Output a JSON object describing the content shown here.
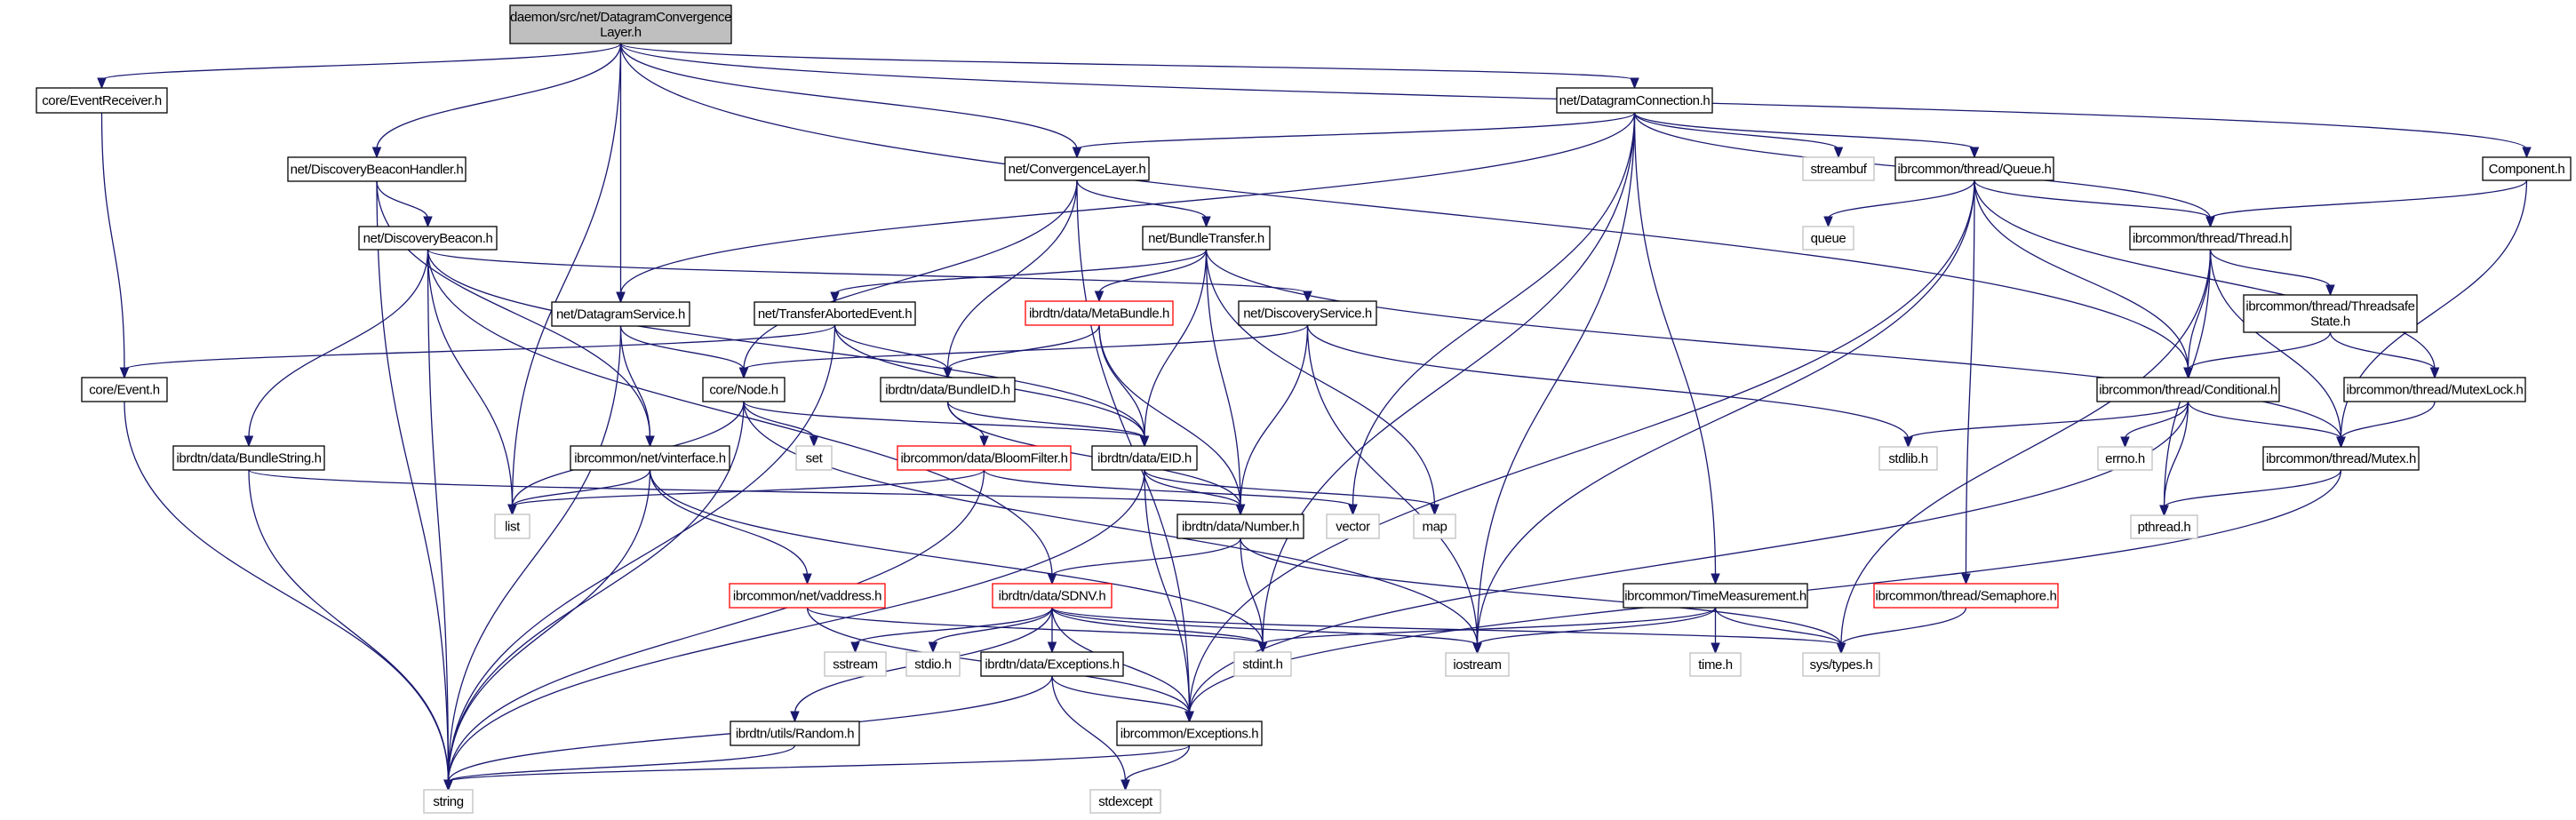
{
  "diagram": {
    "type": "include-dependency-graph",
    "root": "daemon/src/net/DatagramConvergenceLayer.h",
    "colors": {
      "edge": "#191970",
      "root_fill": "#bfbfbf",
      "documented_border": "#000000",
      "undocumented_border": "#ff0000",
      "system_border": "#bfbfbf"
    },
    "nodes": [
      {
        "id": "root",
        "label": [
          "daemon/src/net/DatagramConvergence",
          "Layer.h"
        ],
        "kind": "root"
      },
      {
        "id": "eventreceiver",
        "label": [
          "core/EventReceiver.h"
        ],
        "kind": "doc"
      },
      {
        "id": "dbhandler",
        "label": [
          "net/DiscoveryBeaconHandler.h"
        ],
        "kind": "doc"
      },
      {
        "id": "dbeacon",
        "label": [
          "net/DiscoveryBeacon.h"
        ],
        "kind": "doc"
      },
      {
        "id": "dgservice",
        "label": [
          "net/DatagramService.h"
        ],
        "kind": "doc"
      },
      {
        "id": "event",
        "label": [
          "core/Event.h"
        ],
        "kind": "doc"
      },
      {
        "id": "bundlestring",
        "label": [
          "ibrdtn/data/BundleString.h"
        ],
        "kind": "doc"
      },
      {
        "id": "vinterface",
        "label": [
          "ibrcommon/net/vinterface.h"
        ],
        "kind": "doc"
      },
      {
        "id": "list",
        "label": [
          "list"
        ],
        "kind": "sys"
      },
      {
        "id": "string",
        "label": [
          "string"
        ],
        "kind": "sys"
      },
      {
        "id": "convlayer",
        "label": [
          "net/ConvergenceLayer.h"
        ],
        "kind": "doc"
      },
      {
        "id": "btransfer",
        "label": [
          "net/BundleTransfer.h"
        ],
        "kind": "doc"
      },
      {
        "id": "tabort",
        "label": [
          "net/TransferAbortedEvent.h"
        ],
        "kind": "doc"
      },
      {
        "id": "node",
        "label": [
          "core/Node.h"
        ],
        "kind": "doc"
      },
      {
        "id": "set",
        "label": [
          "set"
        ],
        "kind": "sys"
      },
      {
        "id": "metabundle",
        "label": [
          "ibrdtn/data/MetaBundle.h"
        ],
        "kind": "undoc"
      },
      {
        "id": "dservice",
        "label": [
          "net/DiscoveryService.h"
        ],
        "kind": "doc"
      },
      {
        "id": "bundleid",
        "label": [
          "ibrdtn/data/BundleID.h"
        ],
        "kind": "doc"
      },
      {
        "id": "bloom",
        "label": [
          "ibrcommon/data/BloomFilter.h"
        ],
        "kind": "undoc"
      },
      {
        "id": "eid",
        "label": [
          "ibrdtn/data/EID.h"
        ],
        "kind": "doc"
      },
      {
        "id": "number",
        "label": [
          "ibrdtn/data/Number.h"
        ],
        "kind": "doc"
      },
      {
        "id": "vector",
        "label": [
          "vector"
        ],
        "kind": "sys"
      },
      {
        "id": "map",
        "label": [
          "map"
        ],
        "kind": "sys"
      },
      {
        "id": "vaddress",
        "label": [
          "ibrcommon/net/vaddress.h"
        ],
        "kind": "undoc"
      },
      {
        "id": "sdnv",
        "label": [
          "ibrdtn/data/SDNV.h"
        ],
        "kind": "undoc"
      },
      {
        "id": "sstream",
        "label": [
          "sstream"
        ],
        "kind": "sys"
      },
      {
        "id": "stdio",
        "label": [
          "stdio.h"
        ],
        "kind": "sys"
      },
      {
        "id": "dexceptions",
        "label": [
          "ibrdtn/data/Exceptions.h"
        ],
        "kind": "doc"
      },
      {
        "id": "stdint",
        "label": [
          "stdint.h"
        ],
        "kind": "sys"
      },
      {
        "id": "iostream",
        "label": [
          "iostream"
        ],
        "kind": "sys"
      },
      {
        "id": "random",
        "label": [
          "ibrdtn/utils/Random.h"
        ],
        "kind": "doc"
      },
      {
        "id": "cexceptions",
        "label": [
          "ibrcommon/Exceptions.h"
        ],
        "kind": "doc"
      },
      {
        "id": "stdexcept",
        "label": [
          "stdexcept"
        ],
        "kind": "sys"
      },
      {
        "id": "dgconn",
        "label": [
          "net/DatagramConnection.h"
        ],
        "kind": "doc"
      },
      {
        "id": "streambuf",
        "label": [
          "streambuf"
        ],
        "kind": "sys"
      },
      {
        "id": "queueh",
        "label": [
          "ibrcommon/thread/Queue.h"
        ],
        "kind": "doc"
      },
      {
        "id": "queue",
        "label": [
          "queue"
        ],
        "kind": "sys"
      },
      {
        "id": "timemeas",
        "label": [
          "ibrcommon/TimeMeasurement.h"
        ],
        "kind": "doc"
      },
      {
        "id": "timeh",
        "label": [
          "time.h"
        ],
        "kind": "sys"
      },
      {
        "id": "systypes",
        "label": [
          "sys/types.h"
        ],
        "kind": "sys"
      },
      {
        "id": "semaphore",
        "label": [
          "ibrcommon/thread/Semaphore.h"
        ],
        "kind": "undoc"
      },
      {
        "id": "stdlib",
        "label": [
          "stdlib.h"
        ],
        "kind": "sys"
      },
      {
        "id": "thread",
        "label": [
          "ibrcommon/thread/Thread.h"
        ],
        "kind": "doc"
      },
      {
        "id": "tsstate",
        "label": [
          "ibrcommon/thread/Threadsafe",
          "State.h"
        ],
        "kind": "doc"
      },
      {
        "id": "conditional",
        "label": [
          "ibrcommon/thread/Conditional.h"
        ],
        "kind": "doc"
      },
      {
        "id": "mutexlock",
        "label": [
          "ibrcommon/thread/MutexLock.h"
        ],
        "kind": "doc"
      },
      {
        "id": "mutex",
        "label": [
          "ibrcommon/thread/Mutex.h"
        ],
        "kind": "doc"
      },
      {
        "id": "errno",
        "label": [
          "errno.h"
        ],
        "kind": "sys"
      },
      {
        "id": "pthread",
        "label": [
          "pthread.h"
        ],
        "kind": "sys"
      },
      {
        "id": "component",
        "label": [
          "Component.h"
        ],
        "kind": "doc"
      }
    ],
    "edges": [
      [
        "root",
        "eventreceiver"
      ],
      [
        "root",
        "list"
      ],
      [
        "root",
        "dbhandler"
      ],
      [
        "root",
        "dgservice"
      ],
      [
        "root",
        "convlayer"
      ],
      [
        "root",
        "dgconn"
      ],
      [
        "root",
        "conditional"
      ],
      [
        "root",
        "component"
      ],
      [
        "eventreceiver",
        "event"
      ],
      [
        "dbhandler",
        "dbeacon"
      ],
      [
        "dbhandler",
        "string"
      ],
      [
        "dbhandler",
        "vinterface"
      ],
      [
        "dbeacon",
        "string"
      ],
      [
        "dbeacon",
        "bundlestring"
      ],
      [
        "dbeacon",
        "list"
      ],
      [
        "dbeacon",
        "sdnv"
      ],
      [
        "dbeacon",
        "eid"
      ],
      [
        "dbeacon",
        "dservice"
      ],
      [
        "dgservice",
        "node"
      ],
      [
        "dgservice",
        "vinterface"
      ],
      [
        "dgservice",
        "string"
      ],
      [
        "event",
        "string"
      ],
      [
        "bundlestring",
        "string"
      ],
      [
        "bundlestring",
        "number"
      ],
      [
        "vinterface",
        "list"
      ],
      [
        "vinterface",
        "string"
      ],
      [
        "vinterface",
        "vaddress"
      ],
      [
        "vinterface",
        "stdint"
      ],
      [
        "convlayer",
        "btransfer"
      ],
      [
        "convlayer",
        "node"
      ],
      [
        "convlayer",
        "bundleid"
      ],
      [
        "convlayer",
        "cexceptions"
      ],
      [
        "btransfer",
        "tabort"
      ],
      [
        "btransfer",
        "metabundle"
      ],
      [
        "btransfer",
        "eid"
      ],
      [
        "btransfer",
        "number"
      ],
      [
        "btransfer",
        "map"
      ],
      [
        "btransfer",
        "mutex"
      ],
      [
        "tabort",
        "event"
      ],
      [
        "tabort",
        "bundleid"
      ],
      [
        "tabort",
        "eid"
      ],
      [
        "tabort",
        "string"
      ],
      [
        "node",
        "set"
      ],
      [
        "node",
        "list"
      ],
      [
        "node",
        "string"
      ],
      [
        "node",
        "eid"
      ],
      [
        "node",
        "iostream"
      ],
      [
        "metabundle",
        "bundleid"
      ],
      [
        "metabundle",
        "eid"
      ],
      [
        "metabundle",
        "number"
      ],
      [
        "dservice",
        "node"
      ],
      [
        "dservice",
        "number"
      ],
      [
        "dservice",
        "iostream"
      ],
      [
        "dservice",
        "stdlib"
      ],
      [
        "bundleid",
        "bloom"
      ],
      [
        "bundleid",
        "eid"
      ],
      [
        "bundleid",
        "number"
      ],
      [
        "bloom",
        "list"
      ],
      [
        "bloom",
        "vector"
      ],
      [
        "bloom",
        "string"
      ],
      [
        "eid",
        "number"
      ],
      [
        "eid",
        "string"
      ],
      [
        "eid",
        "map"
      ],
      [
        "eid",
        "cexceptions"
      ],
      [
        "number",
        "sdnv"
      ],
      [
        "number",
        "stdint"
      ],
      [
        "number",
        "systypes"
      ],
      [
        "vaddress",
        "cexceptions"
      ],
      [
        "vaddress",
        "stdint"
      ],
      [
        "sdnv",
        "sstream"
      ],
      [
        "sdnv",
        "stdio"
      ],
      [
        "sdnv",
        "dexceptions"
      ],
      [
        "sdnv",
        "stdint"
      ],
      [
        "sdnv",
        "iostream"
      ],
      [
        "sdnv",
        "random"
      ],
      [
        "sdnv",
        "cexceptions"
      ],
      [
        "sdnv",
        "systypes"
      ],
      [
        "dexceptions",
        "cexceptions"
      ],
      [
        "dexceptions",
        "stdexcept"
      ],
      [
        "dexceptions",
        "string"
      ],
      [
        "random",
        "string"
      ],
      [
        "cexceptions",
        "stdexcept"
      ],
      [
        "cexceptions",
        "string"
      ],
      [
        "dgconn",
        "convlayer"
      ],
      [
        "dgconn",
        "dgservice"
      ],
      [
        "dgconn",
        "streambuf"
      ],
      [
        "dgconn",
        "queueh"
      ],
      [
        "dgconn",
        "thread"
      ],
      [
        "dgconn",
        "vector"
      ],
      [
        "dgconn",
        "stdint"
      ],
      [
        "dgconn",
        "iostream"
      ],
      [
        "dgconn",
        "timemeas"
      ],
      [
        "queueh",
        "queue"
      ],
      [
        "queueh",
        "thread"
      ],
      [
        "queueh",
        "conditional"
      ],
      [
        "queueh",
        "mutexlock"
      ],
      [
        "queueh",
        "semaphore"
      ],
      [
        "queueh",
        "iostream"
      ],
      [
        "queueh",
        "cexceptions"
      ],
      [
        "timemeas",
        "stdint"
      ],
      [
        "timemeas",
        "iostream"
      ],
      [
        "timemeas",
        "timeh"
      ],
      [
        "timemeas",
        "systypes"
      ],
      [
        "semaphore",
        "systypes"
      ],
      [
        "thread",
        "tsstate"
      ],
      [
        "thread",
        "conditional"
      ],
      [
        "thread",
        "mutex"
      ],
      [
        "thread",
        "pthread"
      ],
      [
        "thread",
        "systypes"
      ],
      [
        "tsstate",
        "conditional"
      ],
      [
        "tsstate",
        "mutexlock"
      ],
      [
        "conditional",
        "mutex"
      ],
      [
        "conditional",
        "errno"
      ],
      [
        "conditional",
        "pthread"
      ],
      [
        "conditional",
        "stdlib"
      ],
      [
        "conditional",
        "cexceptions"
      ],
      [
        "mutexlock",
        "mutex"
      ],
      [
        "mutex",
        "pthread"
      ],
      [
        "mutex",
        "cexceptions"
      ],
      [
        "component",
        "thread"
      ],
      [
        "component",
        "mutex"
      ]
    ]
  }
}
